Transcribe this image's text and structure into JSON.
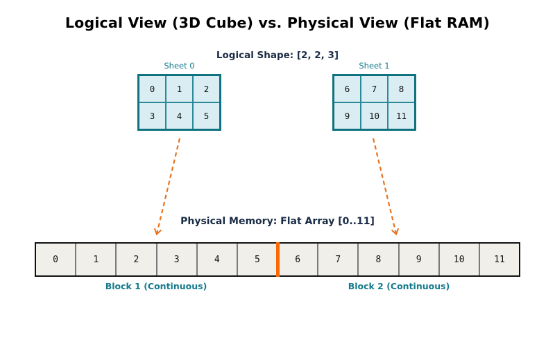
{
  "title": "Logical View (3D Cube) vs. Physical View (Flat RAM)",
  "logical": {
    "heading": "Logical Shape: [2, 2, 3]",
    "sheets": [
      {
        "label": "Sheet 0",
        "rows": [
          [
            "0",
            "1",
            "2"
          ],
          [
            "3",
            "4",
            "5"
          ]
        ]
      },
      {
        "label": "Sheet 1",
        "rows": [
          [
            "6",
            "7",
            "8"
          ],
          [
            "9",
            "10",
            "11"
          ]
        ]
      }
    ]
  },
  "physical": {
    "heading": "Physical Memory: Flat Array [0..11]",
    "cells": [
      "0",
      "1",
      "2",
      "3",
      "4",
      "5",
      "6",
      "7",
      "8",
      "9",
      "10",
      "11"
    ],
    "split_after_index": 5,
    "blocks": [
      {
        "label": "Block 1 (Continuous)"
      },
      {
        "label": "Block 2 (Continuous)"
      }
    ]
  },
  "colors": {
    "heading_navy": "#1a2b45",
    "teal_text": "#157a8c",
    "grid_border_teal": "#0f7280",
    "grid_fill": "#d9edf2",
    "array_fill": "#f0efe9",
    "array_border": "#111111",
    "array_divider_gray": "#7a7a7a",
    "arrow_orange": "#e8731f",
    "split_orange": "#f96a05"
  }
}
